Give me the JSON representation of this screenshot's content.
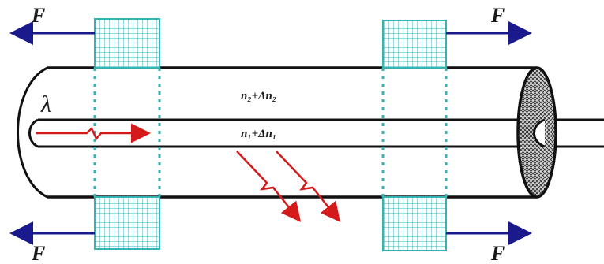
{
  "labels": {
    "force": "F",
    "wavelength": "λ",
    "cladding_index": "n₂+Δn₂",
    "core_index": "n₁+Δn₁"
  },
  "colors": {
    "outline": "#111111",
    "clamp": "#33b3b3",
    "force_arrow": "#1a1a8c",
    "light_ray": "#d41a1a"
  },
  "icons": {
    "clamp": "grid-clamp",
    "fiber_end": "crosshatch-endface"
  }
}
